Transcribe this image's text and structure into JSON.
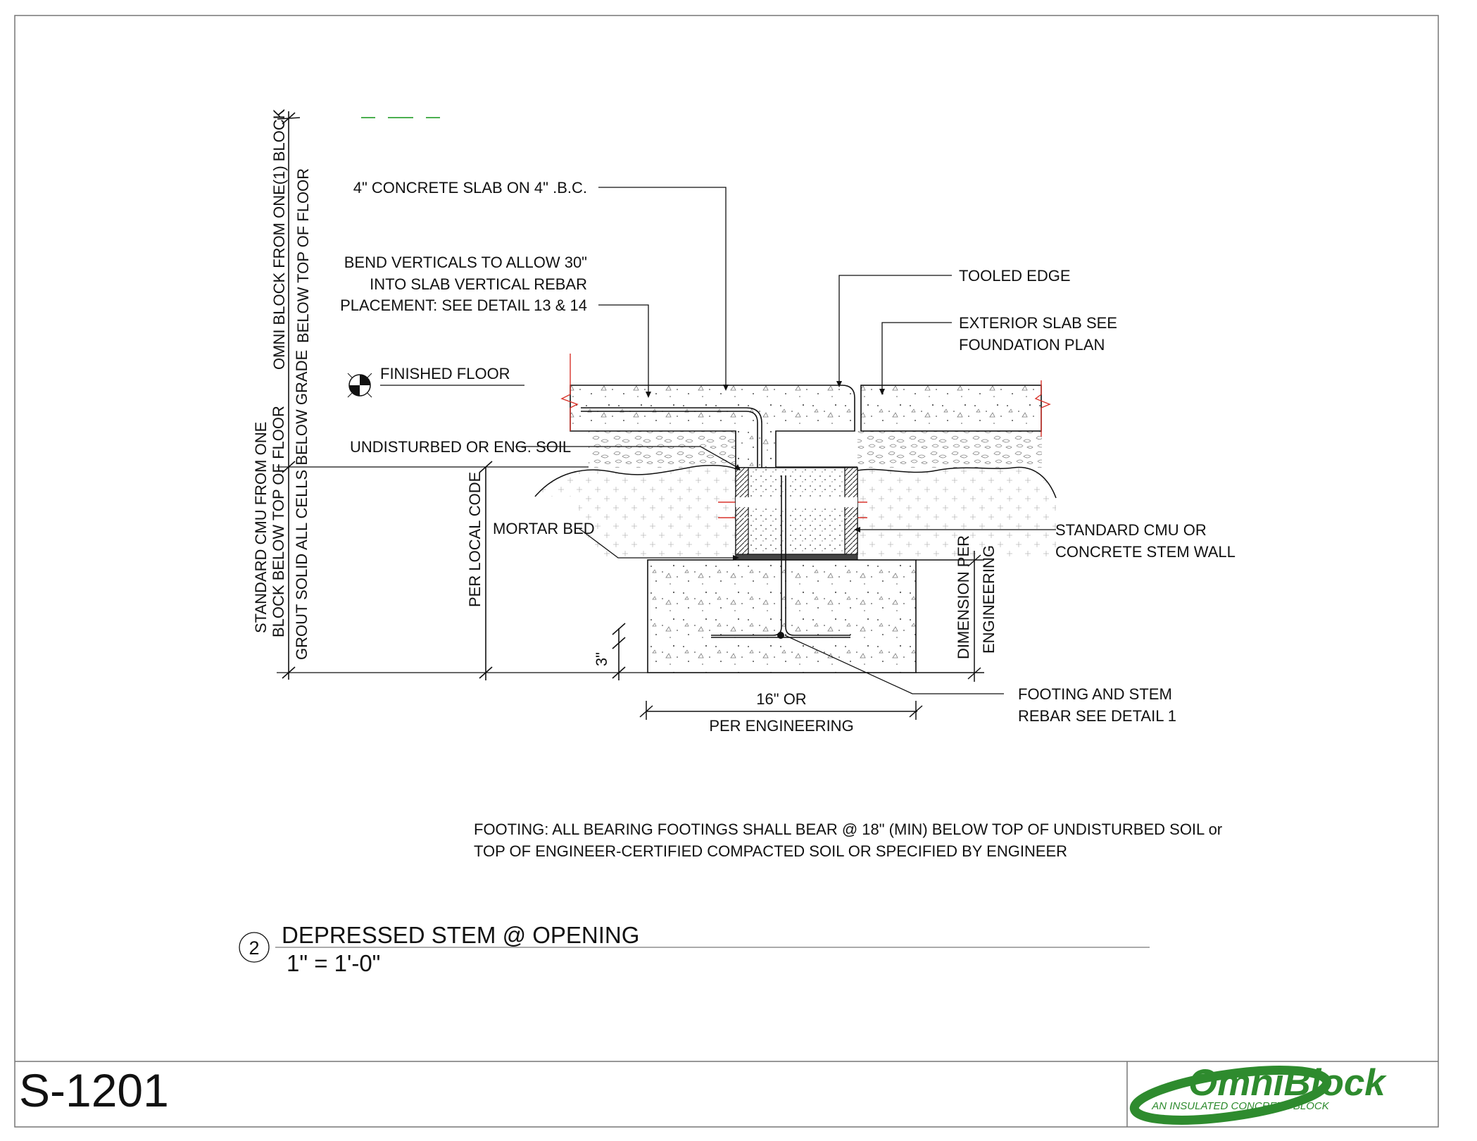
{
  "sheet": {
    "number": "S-1201",
    "detail_number": "2",
    "detail_title": "DEPRESSED STEM @ OPENING",
    "scale": "1\" = 1'-0\""
  },
  "logo": {
    "brand": "OmniBlock",
    "tagline": "AN INSULATED CONCRETE BLOCK",
    "color": "#2e8b2e"
  },
  "callouts": {
    "slab": "4\" CONCRETE SLAB ON 4\" .B.C.",
    "bend_1": "BEND VERTICALS TO ALLOW 30\"",
    "bend_2": "INTO SLAB VERTICAL REBAR",
    "bend_3": "PLACEMENT: SEE DETAIL 13 & 14",
    "tooled_edge": "TOOLED EDGE",
    "ext_slab_1": "EXTERIOR SLAB SEE",
    "ext_slab_2": "FOUNDATION PLAN",
    "finished_floor": "FINISHED FLOOR",
    "soil": "UNDISTURBED OR ENG. SOIL",
    "mortar": "MORTAR BED",
    "cmu_1": "STANDARD CMU OR",
    "cmu_2": "CONCRETE STEM WALL",
    "footing_rebar_1": "FOOTING AND STEM",
    "footing_rebar_2": "REBAR SEE DETAIL 1"
  },
  "dimensions": {
    "upper_1": "OMNI BLOCK FROM ONE(1) BLOCK",
    "upper_2": "BELOW TOP OF FLOOR",
    "lower_1": "STANDARD CMU FROM ONE",
    "lower_2": "BLOCK BELOW TOP OF FLOOR",
    "lower_3": "GROUT SOLID ALL CELLS BELOW GRADE",
    "local_code": "PER LOCAL CODE",
    "three_in": "3\"",
    "width_1": "16\" OR",
    "width_2": "PER ENGINEERING",
    "depth_1": "DIMENSION PER",
    "depth_2": "ENGINEERING"
  },
  "notes": {
    "footing_1": "FOOTING: ALL BEARING FOOTINGS SHALL BEAR @ 18\" (MIN) BELOW TOP OF UNDISTURBED SOIL or",
    "footing_2": "TOP OF ENGINEER-CERTIFIED COMPACTED SOIL OR SPECIFIED BY ENGINEER"
  },
  "colors": {
    "line": "#111111",
    "break_line": "#d9342b",
    "accent_green": "#4caf50"
  }
}
